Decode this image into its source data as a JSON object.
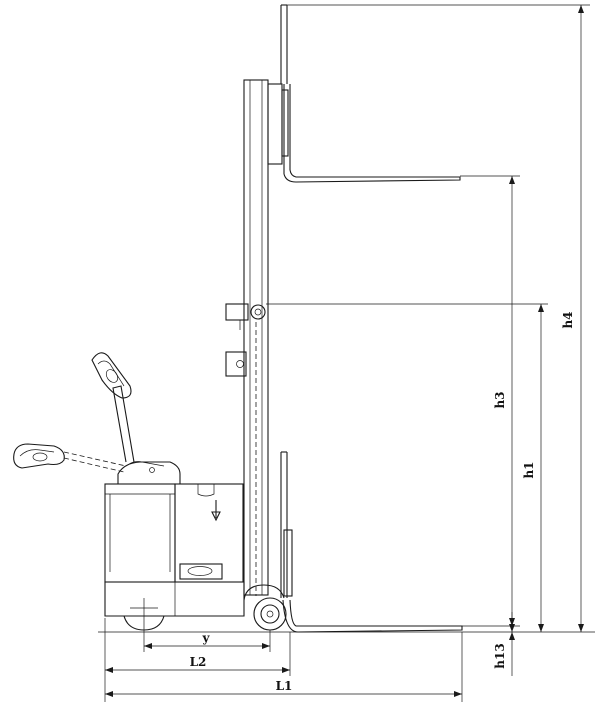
{
  "dimension_labels": {
    "h4": "h4",
    "h3": "h3",
    "h1": "h1",
    "h13": "h13",
    "y": "y",
    "L2": "L2",
    "L1": "L1"
  }
}
